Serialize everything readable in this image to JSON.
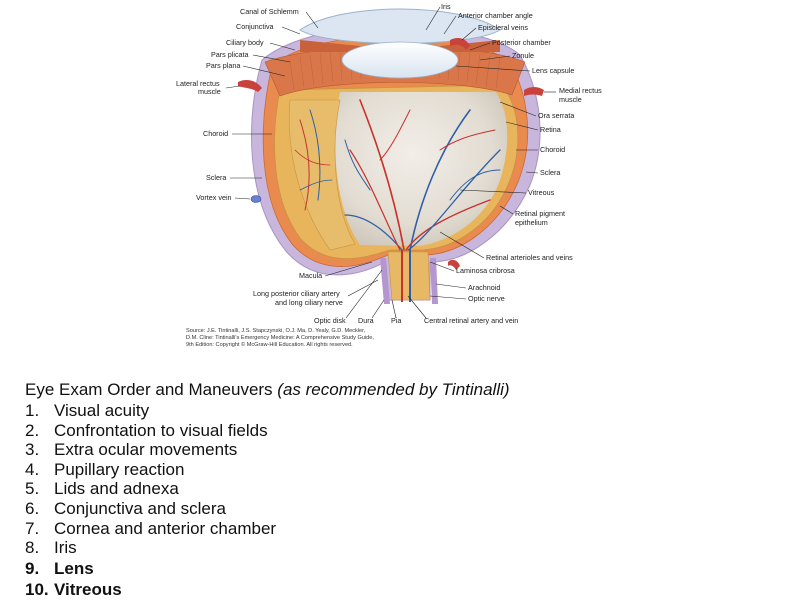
{
  "figure": {
    "labels": {
      "canal_of_schlemm": "Canal of Schlemm",
      "conjunctiva": "Conjunctiva",
      "ciliary_body": "Ciliary body",
      "pars_plicata": "Pars plicata",
      "pars_plana": "Pars plana",
      "lateral_rectus_1": "Lateral rectus",
      "lateral_rectus_2": "muscle",
      "choroid_left": "Choroid",
      "sclera_left": "Sclera",
      "vortex_vein": "Vortex vein",
      "macula": "Macula",
      "long_ciliary_1": "Long posterior ciliary artery",
      "long_ciliary_2": "and long ciliary nerve",
      "optic_disk": "Optic disk",
      "dura": "Dura",
      "pia": "Pia",
      "central_retinal": "Central retinal artery and vein",
      "iris": "Iris",
      "anterior_chamber_angle": "Anterior chamber angle",
      "episcleral_veins": "Episcleral veins",
      "posterior_chamber": "Posterior chamber",
      "zonule": "Zonule",
      "lens_capsule": "Lens capsule",
      "medial_rectus_1": "Medial rectus",
      "medial_rectus_2": "muscle",
      "ora_serrata": "Ora serrata",
      "retina": "Retina",
      "choroid_right": "Choroid",
      "sclera_right": "Sclera",
      "vitreous": "Vitreous",
      "retinal_pigment_1": "Retinal pigment",
      "retinal_pigment_2": "epithelium",
      "retinal_arterioles": "Retinal arterioles and veins",
      "laminosa_cribrosa": "Laminosa cribrosa",
      "arachnoid": "Arachnoid",
      "optic_nerve": "Optic nerve"
    },
    "source_lines": [
      "Source: J.E. Tintinalli, J.S. Stapczynski, O.J. Ma, D. Yealy, G.D. Meckler,",
      "D.M. Cline: Tintinalli's Emergency Medicine: A Comprehensive Study Guide,",
      "9th Edition: Copyright © McGraw-Hill Education. All rights reserved."
    ]
  },
  "exam": {
    "heading_main": "Eye Exam Order and Maneuvers ",
    "heading_note": "(as recommended by Tintinalli)",
    "items": [
      {
        "num": "1.",
        "text": "Visual acuity"
      },
      {
        "num": "2.",
        "text": "Confrontation to visual fields"
      },
      {
        "num": "3.",
        "text": "Extra ocular movements"
      },
      {
        "num": "4.",
        "text": "Pupillary reaction"
      },
      {
        "num": "5.",
        "text": "Lids and adnexa"
      },
      {
        "num": "6.",
        "text": "Conjunctiva and sclera"
      },
      {
        "num": "7.",
        "text": "Cornea and anterior chamber"
      },
      {
        "num": "8.",
        "text": "Iris"
      },
      {
        "num": "9.",
        "text": "Lens",
        "bold": true
      },
      {
        "num": "10.",
        "text": "Vitreous",
        "bold": true
      }
    ]
  },
  "colors": {
    "sclera": "#c9b6dd",
    "choroid": "#e98a4f",
    "retina_tan": "#e8b45c",
    "vitreous": "#e9e4dc",
    "artery": "#c8322c",
    "vein": "#2f5fa8"
  }
}
